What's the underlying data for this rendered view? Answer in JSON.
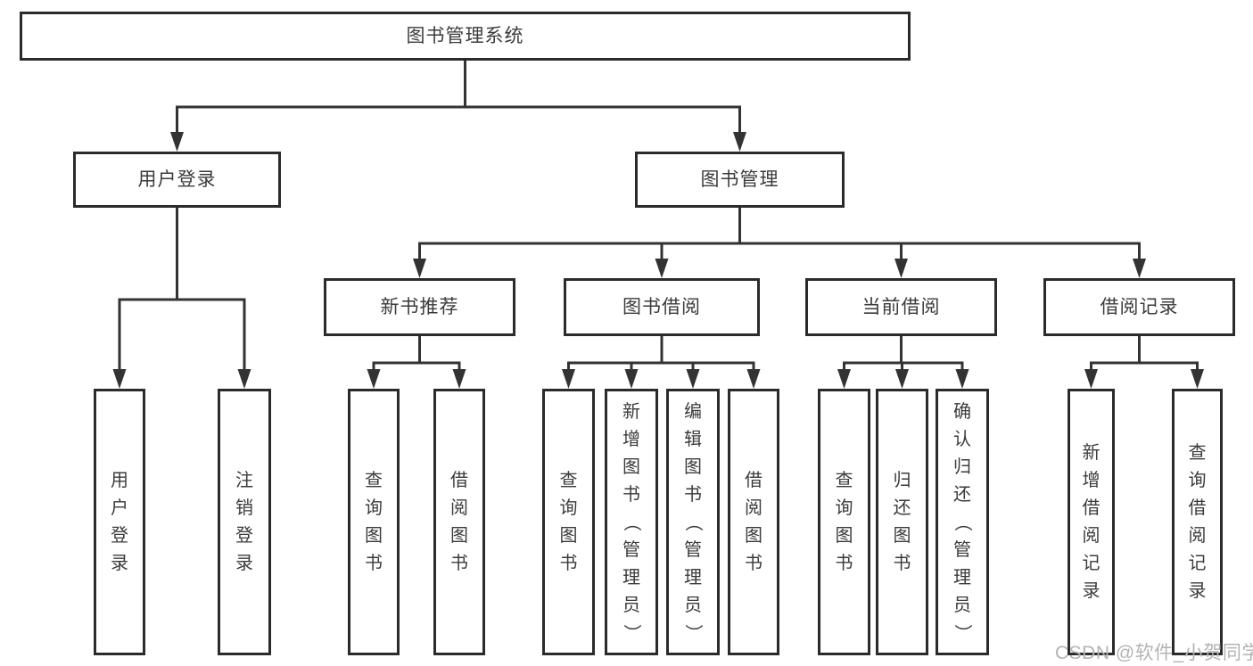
{
  "tree": {
    "root": "图书管理系统",
    "branches": [
      {
        "label": "用户登录",
        "children": [
          {
            "label": "用户登录"
          },
          {
            "label": "注销登录"
          }
        ]
      },
      {
        "label": "图书管理",
        "children": [
          {
            "label": "新书推荐",
            "children": [
              {
                "label": "查询图书"
              },
              {
                "label": "借阅图书"
              }
            ]
          },
          {
            "label": "图书借阅",
            "children": [
              {
                "label": "查询图书"
              },
              {
                "label": "新增图书（管理员）"
              },
              {
                "label": "编辑图书（管理员）"
              },
              {
                "label": "借阅图书"
              }
            ]
          },
          {
            "label": "当前借阅",
            "children": [
              {
                "label": "查询图书"
              },
              {
                "label": "归还图书"
              },
              {
                "label": "确认归还（管理员）"
              }
            ]
          },
          {
            "label": "借阅记录",
            "children": [
              {
                "label": "新增借阅记录"
              },
              {
                "label": "查询借阅记录"
              }
            ]
          }
        ]
      }
    ]
  },
  "watermark": "CSDN @软件_小贺同学",
  "colors": {
    "line": "#333333",
    "border": "#2b2b2b",
    "text": "#3b3b3b",
    "watermark": "#b3b3b3",
    "background": "#ffffff"
  }
}
